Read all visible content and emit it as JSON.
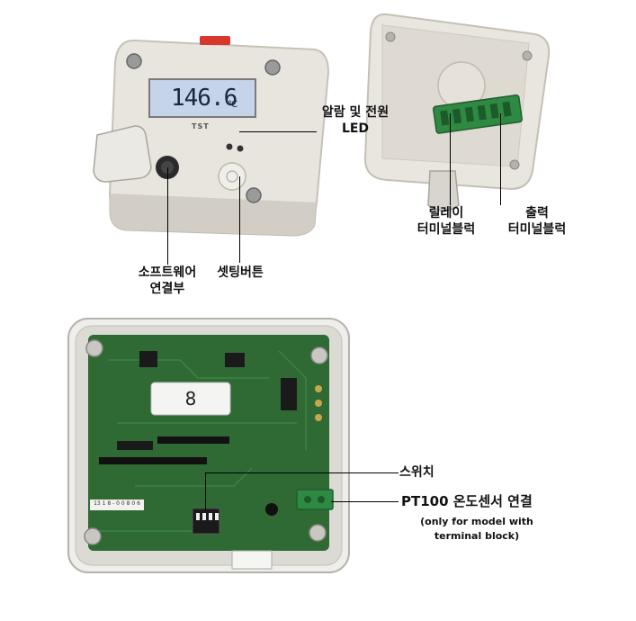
{
  "device_top_left": {
    "display_reading": "146.6",
    "display_unit": "℃",
    "brand": "TST"
  },
  "pcb": {
    "channel_number": "8",
    "sticker_text": "13 1 8 - 0 0 8 0 6"
  },
  "labels": {
    "alarm_power_led_line1": "알람 및 전원",
    "alarm_power_led_line2": "LED",
    "relay_terminal_line1": "릴레이",
    "relay_terminal_line2": "터미널블럭",
    "output_terminal_line1": "출력",
    "output_terminal_line2": "터미널블럭",
    "software_port_line1": "소프트웨어",
    "software_port_line2": "연결부",
    "setting_button": "셋팅버튼",
    "switch": "스위치",
    "pt100_connection": "PT100 온도센서 연결",
    "pt100_note_line1": "(only for model with",
    "pt100_note_line2": "terminal block)"
  },
  "colors": {
    "housing": "#e6e3dc",
    "lcd": "#c9d8ea",
    "pcb_green": "#2f6a35",
    "terminal_green": "#2e8a42",
    "red_tab": "#d9362c"
  }
}
